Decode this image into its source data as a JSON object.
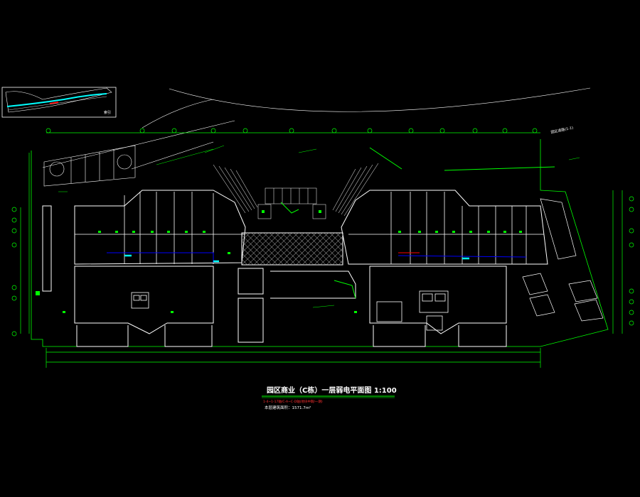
{
  "drawing": {
    "title": "园区商业（C栋）一层弱电平面图 1:100",
    "subtitle": "1-4~1-17轴/C-A~C-D轴(地块中期/一期)",
    "area_note": "本层建筑面积：1571.7m²",
    "keymap_label": "索引",
    "road_label": "园区道路(1-1)"
  },
  "colors": {
    "background": "#000000",
    "walls": "#ffffff",
    "grid": "#00ff00",
    "cable": "#0000ff",
    "highlight_cyan": "#00ffff",
    "highlight_red": "#ff0000"
  }
}
